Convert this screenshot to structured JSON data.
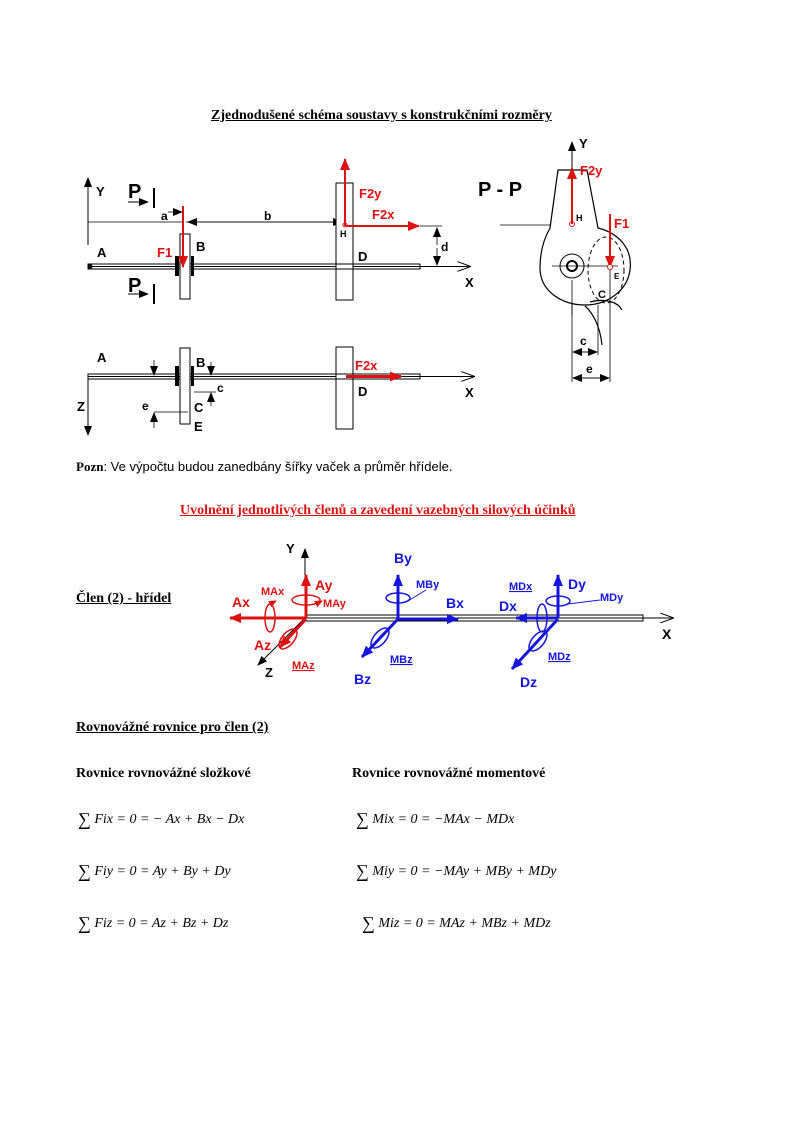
{
  "title1": "Zjednodušené schéma soustavy s konstrukčními rozměry",
  "schematic": {
    "top": {
      "Y": "Y",
      "P_top": "P",
      "P_bottom": "P",
      "a": "a",
      "b": "b",
      "A": "A",
      "B": "B",
      "D": "D",
      "F1": "F1",
      "F2y": "F2y",
      "F2x": "F2x",
      "H": "H",
      "d": "d",
      "X": "X"
    },
    "section": {
      "title": "P - P",
      "Y": "Y",
      "F2y": "F2y",
      "F1": "F1",
      "H": "H",
      "E": "E",
      "C": "C",
      "c": "c",
      "e": "e"
    },
    "bottom": {
      "A": "A",
      "B": "B",
      "C": "C",
      "D": "D",
      "E": "E",
      "F2x": "F2x",
      "Z": "Z",
      "X": "X",
      "c": "c",
      "e": "e"
    }
  },
  "note": {
    "label": "Pozn",
    "text": ": Ve výpočtu budou zanedbány šířky vaček a průměr hřídele."
  },
  "title2": "Uvolnění jednotlivých členů a zavedení vazebných silových účinků",
  "member_label": "Člen (2)  - hřídel",
  "fbd": {
    "Y": "Y",
    "Z": "Z",
    "X": "X",
    "Ax": "Ax",
    "Ay": "Ay",
    "Az": "Az",
    "MAx": "MAx",
    "MAy": "MAy",
    "MAz": "MAz",
    "Bx": "Bx",
    "By": "By",
    "Bz": "Bz",
    "MBy": "MBy",
    "MBz": "MBz",
    "Dx": "Dx",
    "Dy": "Dy",
    "Dz": "Dz",
    "MDx": "MDx",
    "MDy": "MDy",
    "MDz": "MDz"
  },
  "title3": "Rovnovážné rovnice pro člen (2)",
  "col_force": "Rovnice rovnovážné složkové",
  "col_moment": "Rovnice rovnovážné momentové",
  "equations": {
    "fx": "Fix = 0 = − Ax + Bx − Dx",
    "fy": "Fiy = 0 =  Ay + By + Dy",
    "fz": "Fiz = 0 = Az + Bz + Dz",
    "mx": "Mix = 0 = −MAx − MDx",
    "my": "Miy = 0 = −MAy + MBy + MDy",
    "mz": "Miz = 0 = MAz + MBz + MDz",
    "sigma": "∑"
  },
  "colors": {
    "red": "#dd1111",
    "blue": "#1515dd"
  }
}
